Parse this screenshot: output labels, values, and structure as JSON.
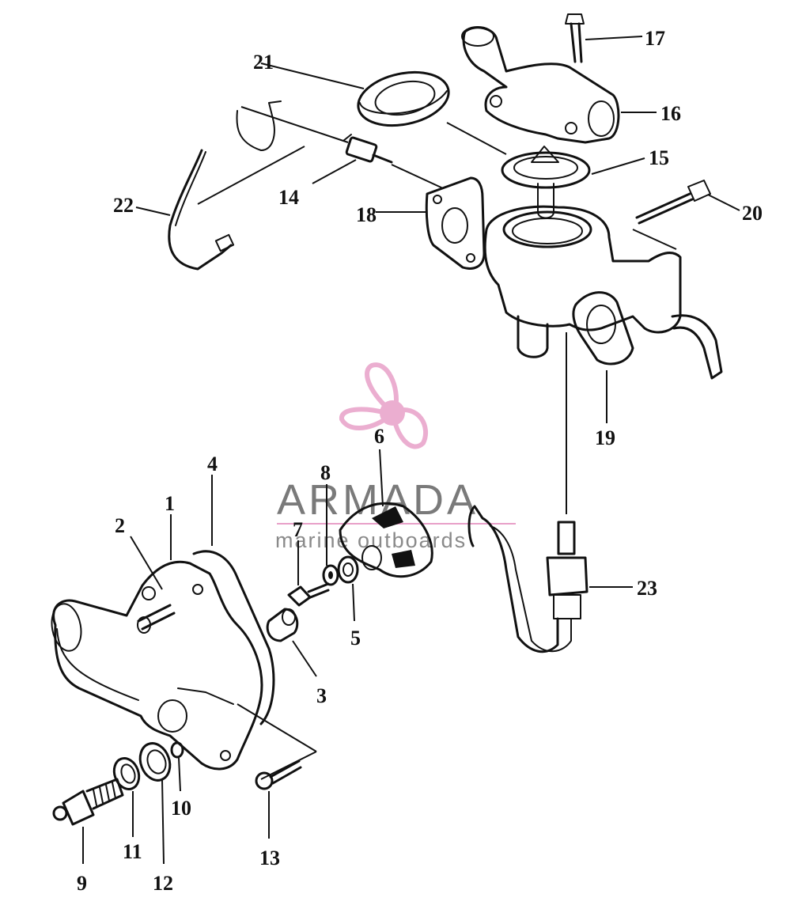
{
  "watermark": {
    "brand": "ARMADA",
    "tagline": "marine outboards",
    "accent_color": "#e8a0c8"
  },
  "part_labels": {
    "p1": "1",
    "p2": "2",
    "p3": "3",
    "p4": "4",
    "p5": "5",
    "p6": "6",
    "p7": "7",
    "p8": "8",
    "p9": "9",
    "p10": "10",
    "p11": "11",
    "p12": "12",
    "p13": "13",
    "p14": "14",
    "p15": "15",
    "p16": "16",
    "p17": "17",
    "p18": "18",
    "p19": "19",
    "p20": "20",
    "p21": "21",
    "p22": "22",
    "p23": "23"
  }
}
